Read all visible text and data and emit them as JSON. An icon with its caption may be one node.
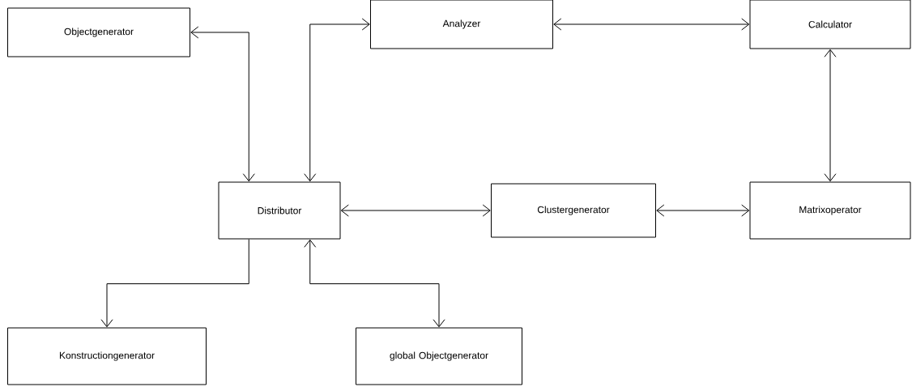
{
  "diagram": {
    "nodes": [
      {
        "text": [
          "Objectgenerator"
        ]
      },
      {
        "text": [
          "Analyzer"
        ]
      },
      {
        "text": [
          "Calculator"
        ]
      },
      {
        "text": [
          "Distributor"
        ]
      },
      {
        "text": [
          "Clustergenerator"
        ]
      },
      {
        "text": [
          "Matrixoperator"
        ]
      },
      {
        "text": [
          "Konstructiongenerator"
        ]
      },
      {
        "text": [
          "global Objectgenerator"
        ]
      }
    ],
    "edges": [
      {
        "from": 0,
        "to": 3,
        "arrow": "both"
      },
      {
        "from": 3,
        "to": 1,
        "arrow": "both"
      },
      {
        "from": 1,
        "to": 2,
        "arrow": "both"
      },
      {
        "from": 2,
        "to": 5,
        "arrow": "both"
      },
      {
        "from": 3,
        "to": 4,
        "arrow": "both"
      },
      {
        "from": 4,
        "to": 5,
        "arrow": "both"
      },
      {
        "from": 3,
        "to": 6,
        "arrow": "to"
      },
      {
        "from": 3,
        "to": 7,
        "arrow": "both"
      }
    ]
  }
}
